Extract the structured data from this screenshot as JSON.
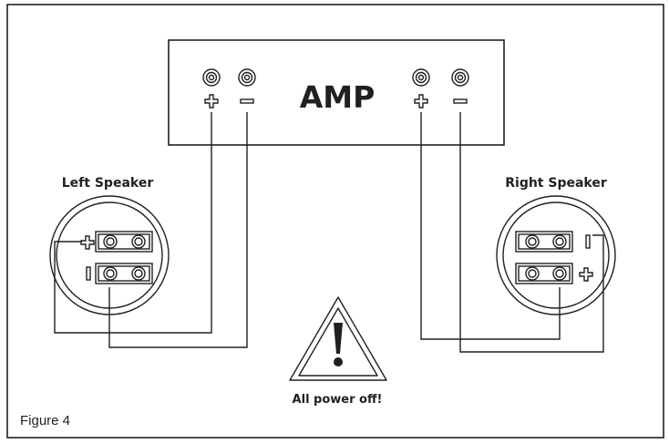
{
  "diagram": {
    "amp_label": "AMP",
    "left_speaker_label": "Left Speaker",
    "right_speaker_label": "Right Speaker",
    "warning_text": "All power off!",
    "figure_caption": "Figure 4",
    "polarity": {
      "positive": "+",
      "negative": "−"
    }
  },
  "colors": {
    "stroke": "#231f20",
    "background": "#ffffff"
  }
}
